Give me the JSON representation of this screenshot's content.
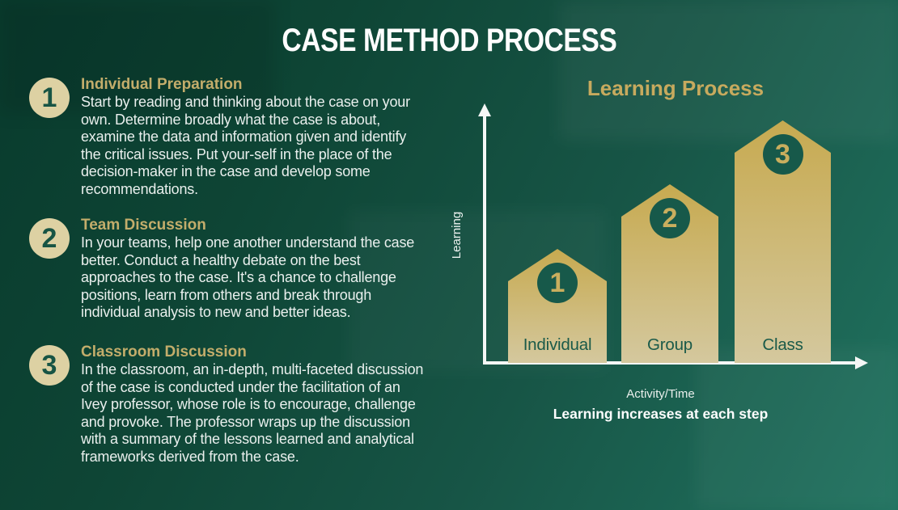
{
  "title": "CASE METHOD PROCESS",
  "steps": [
    {
      "number": "1",
      "title": "Individual Preparation",
      "body": "Start by reading and thinking about the case on your own. Determine broadly what the case is about, examine the data and information given and identify the critical issues. Put your-self in the place of the decision-maker in the case and develop some recommendations."
    },
    {
      "number": "2",
      "title": "Team Discussion",
      "body": "In your teams, help one another understand the case better. Conduct a healthy debate on the best approaches to the case. It's a chance to challenge positions, learn from others and break through individual analysis to new and better ideas."
    },
    {
      "number": "3",
      "title": "Classroom Discussion",
      "body": "In the classroom, an in-depth, multi-faceted discussion of the case is conducted under the facilitation of an Ivey professor, whose role is to encourage, challenge and provoke. The professor wraps up the discussion with a summary of the lessons learned and analytical frameworks derived from the case."
    }
  ],
  "chart": {
    "title": "Learning Process",
    "ylabel": "Learning",
    "xlabel": "Activity/Time",
    "caption": "Learning increases at each step",
    "bars": [
      {
        "number": "1",
        "label": "Individual"
      },
      {
        "number": "2",
        "label": "Group"
      },
      {
        "number": "3",
        "label": "Class"
      }
    ]
  },
  "colors": {
    "background_dark": "#0a3e2f",
    "background_light": "#20725f",
    "gold_heading": "#c3ad6b",
    "gold_chart_title": "#c7aa5e",
    "bar_gold_top": "#c7aa50",
    "bar_gold_bottom": "#d4c89e",
    "circle_cream": "#ddd1a3",
    "circle_green": "#17594a",
    "label_green": "#1a5a49",
    "text_white": "#e9efed",
    "axis_white": "#f5f7f6"
  },
  "chart_data": {
    "type": "bar",
    "title": "Learning Process",
    "categories": [
      "Individual",
      "Group",
      "Class"
    ],
    "series": [
      {
        "name": "Learning",
        "values": [
          1,
          2,
          3
        ]
      }
    ],
    "relative_heights": [
      0.47,
      0.74,
      1.0
    ],
    "bar_step_numbers": [
      "1",
      "2",
      "3"
    ],
    "xlabel": "Activity/Time",
    "ylabel": "Learning",
    "annotation": "Learning increases at each step",
    "grid": false,
    "legend": false,
    "bar_shape": "pentagon-arrow-up"
  }
}
